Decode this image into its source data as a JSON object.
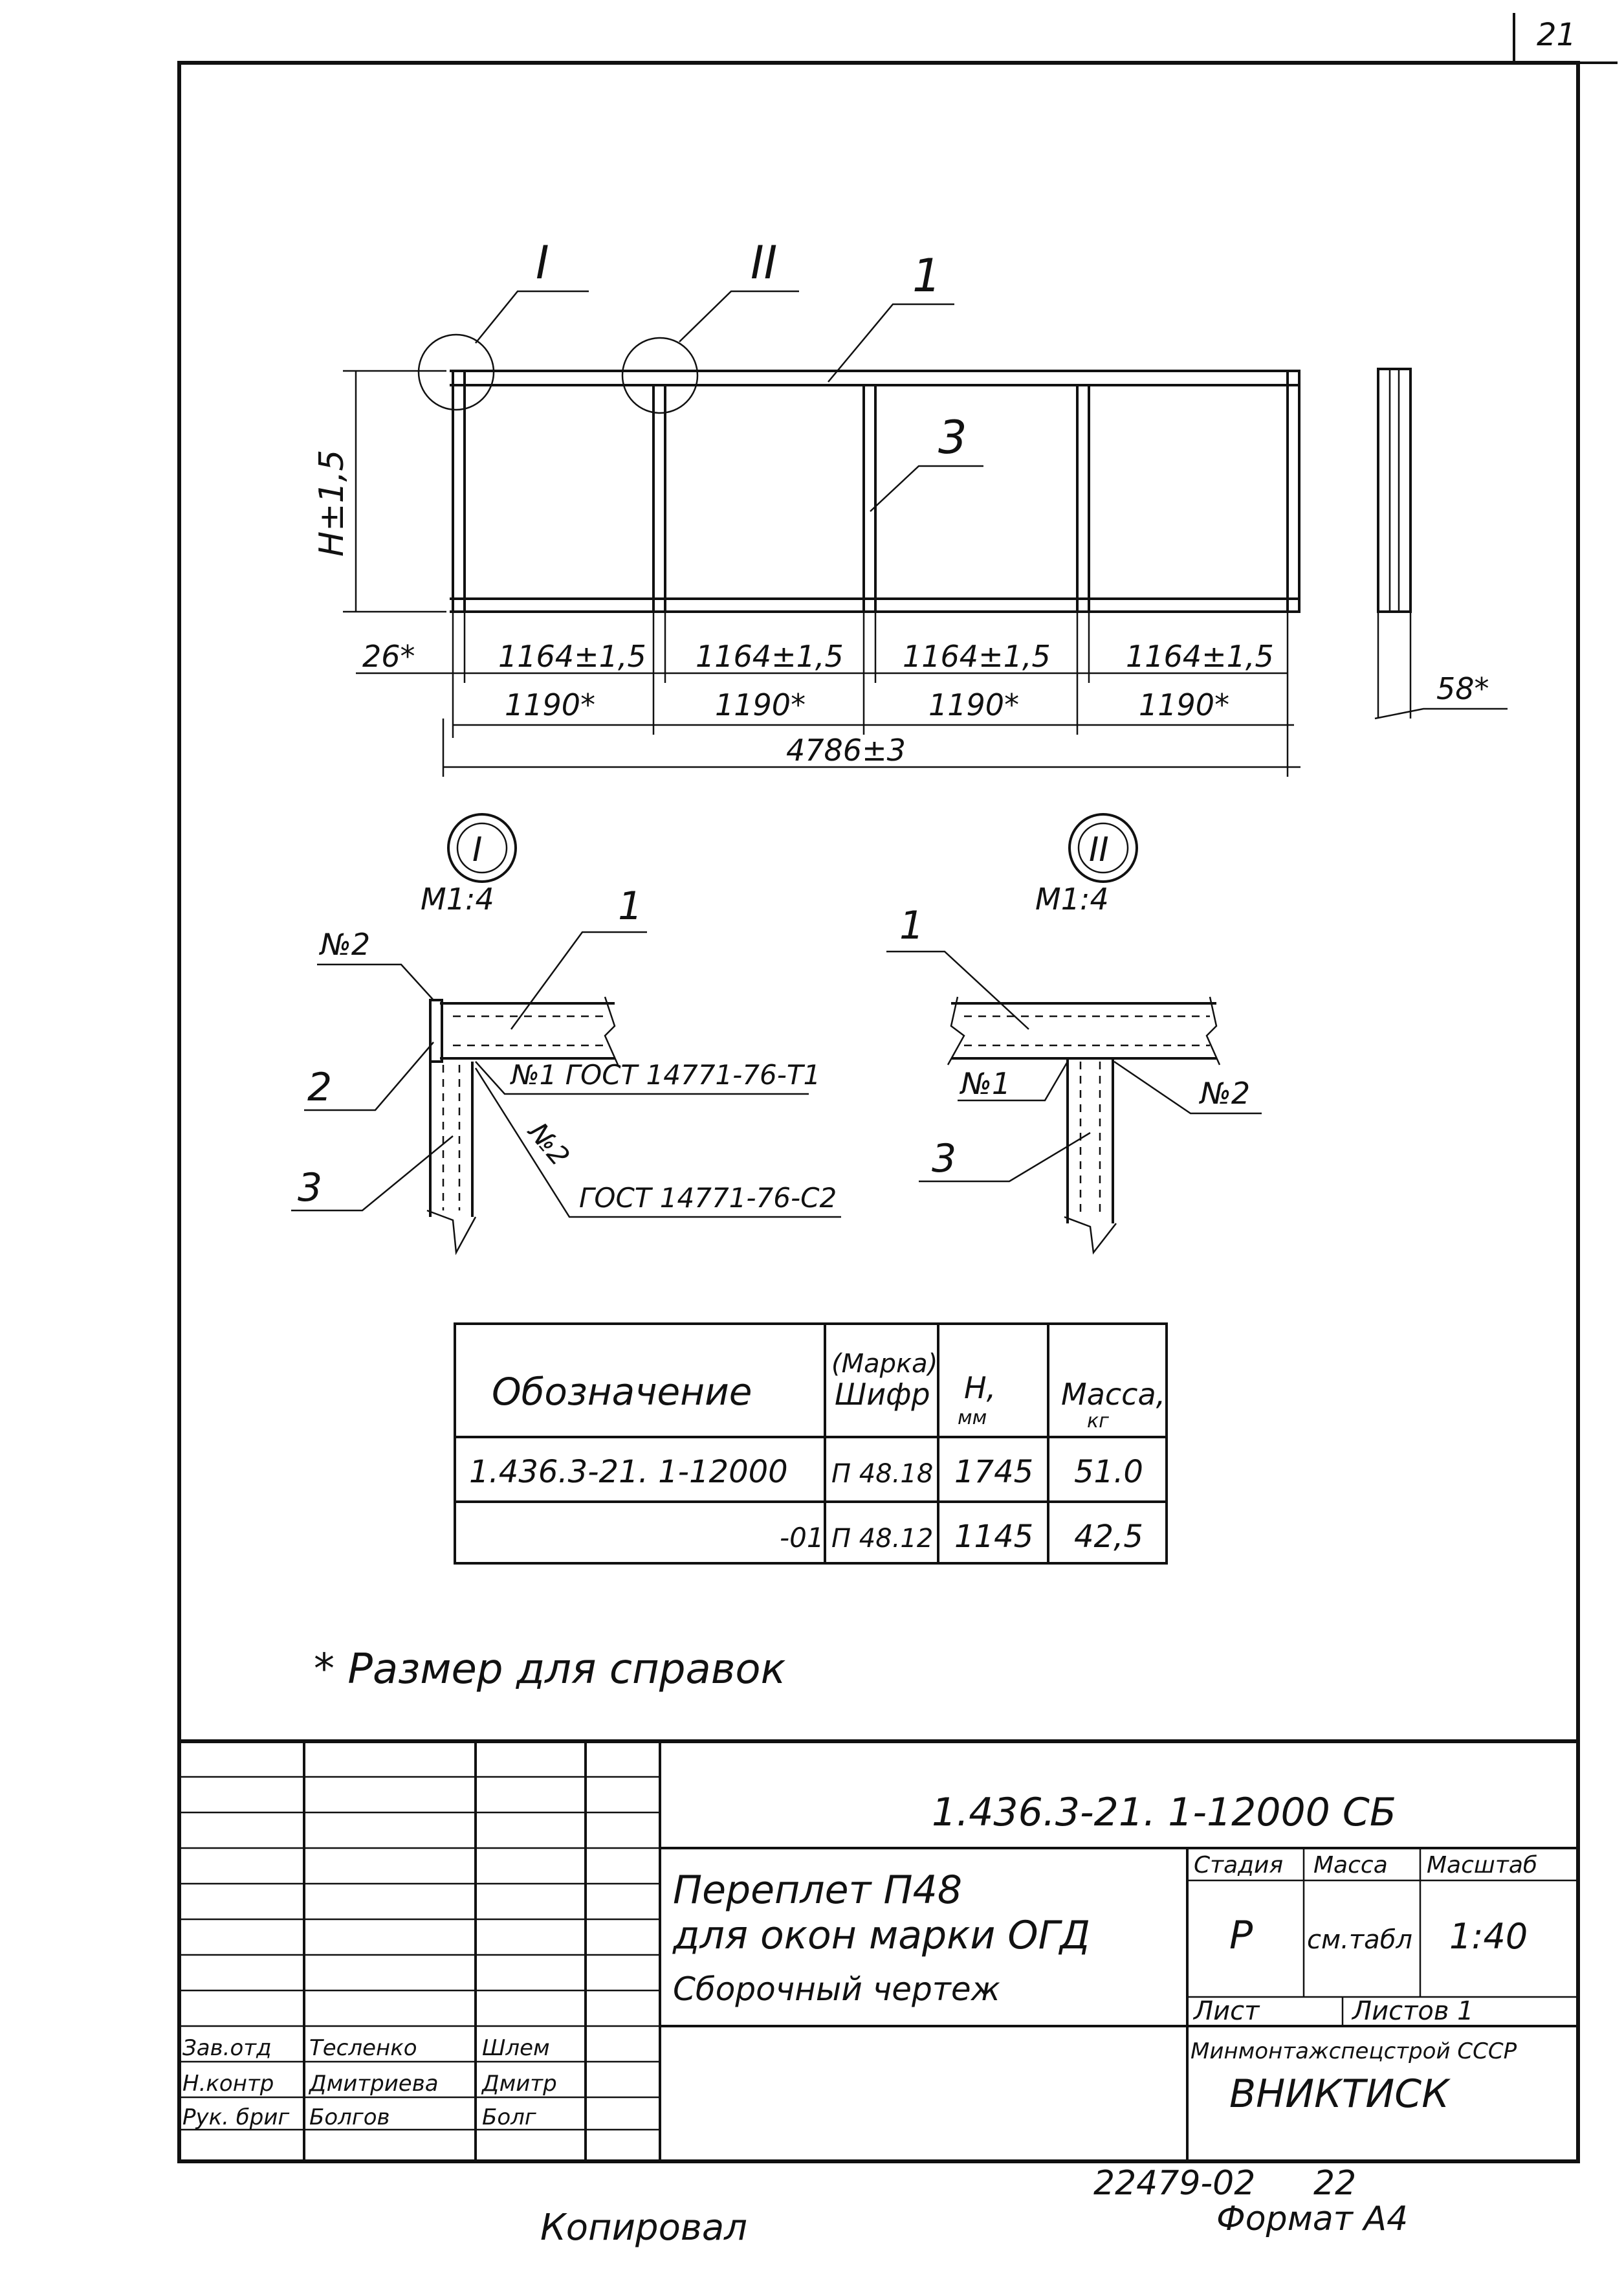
{
  "sheet": {
    "page_number": "21",
    "corner_code": "22479-02",
    "corner_number": "22",
    "format": "Формат А4",
    "copied_by": "Копировал"
  },
  "main_view": {
    "leader_labels": [
      "I",
      "II",
      "1",
      "3"
    ],
    "height_dim": "H±1,5",
    "left_offset_dim": "26*",
    "segment_dims_top": [
      "1164±1,5",
      "1164±1,5",
      "1164±1,5",
      "1164±1,5"
    ],
    "segment_dims_bottom": [
      "1190*",
      "1190*",
      "1190*",
      "1190*"
    ],
    "overall_dim": "4786±3",
    "side_view_dim": "58*"
  },
  "detail_I": {
    "marker": "I",
    "scale": "М1:4",
    "labels": {
      "weld_top": "№2",
      "part_1": "1",
      "part_2": "2",
      "part_3": "3",
      "weld_1": "№1 ГОСТ 14771-76-Т1",
      "weld_2": "№2",
      "gost_2": "ГОСТ 14771-76-С2"
    }
  },
  "detail_II": {
    "marker": "II",
    "scale": "М1:4",
    "labels": {
      "part_1": "1",
      "weld_1": "№1",
      "weld_2": "№2",
      "part_3": "3"
    }
  },
  "spec_table": {
    "headers": {
      "designation": "Обозначение",
      "mark": "(Марка)",
      "code": "Шифр",
      "h": "Н,",
      "h_unit": "мм",
      "mass": "Масса,",
      "mass_unit": "кг"
    },
    "rows": [
      {
        "designation": "1.436.3-21. 1-12000",
        "mark": "П 48.18",
        "h": "1745",
        "mass": "51.0"
      },
      {
        "designation": "-01",
        "mark": "П 48.12",
        "h": "1145",
        "mass": "42,5"
      }
    ]
  },
  "note": "* Размер для справок",
  "title_block": {
    "doc_code": "1.436.3-21. 1-12000 СБ",
    "title_line1": "Переплет П48",
    "title_line2": "для окон марки ОГД",
    "title_line3": "Сборочный чертеж",
    "stage_label": "Стадия",
    "mass_label": "Масса",
    "scale_label": "Масштаб",
    "stage_value": "Р",
    "mass_value": "см.табл",
    "scale_value": "1:40",
    "sheet_label": "Лист",
    "sheets_label": "Листов 1",
    "org_line1": "Минмонтажспецстрой СССР",
    "org_line2": "ВНИКТИСК",
    "signatures": [
      {
        "role": "Зав.отд",
        "name": "Тесленко",
        "sign": "Шлем"
      },
      {
        "role": "Н.контр",
        "name": "Дмитриева",
        "sign": "Дмитр"
      },
      {
        "role": "Рук. бриг",
        "name": "Болгов",
        "sign": "Болг"
      }
    ]
  }
}
